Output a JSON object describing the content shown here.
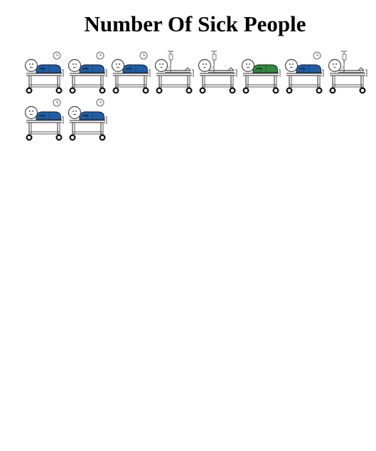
{
  "page": {
    "title": "Number Of Sick People"
  },
  "colors": {
    "blanket_blue": "#1e5ea8",
    "blanket_green": "#2e8b3e",
    "line": "#555555",
    "wheel": "#111111"
  },
  "patients": [
    {
      "variant": "clock",
      "blanket": "blue",
      "icon": "patient-in-bed-icon"
    },
    {
      "variant": "clock",
      "blanket": "blue",
      "icon": "patient-in-bed-icon"
    },
    {
      "variant": "clock",
      "blanket": "blue",
      "icon": "patient-in-bed-icon"
    },
    {
      "variant": "iv",
      "blanket": "none",
      "icon": "patient-on-iv-icon"
    },
    {
      "variant": "iv",
      "blanket": "none",
      "icon": "patient-on-iv-icon"
    },
    {
      "variant": "plain",
      "blanket": "green",
      "icon": "patient-in-bed-icon"
    },
    {
      "variant": "clock",
      "blanket": "blue",
      "icon": "patient-in-bed-icon"
    },
    {
      "variant": "iv",
      "blanket": "none",
      "icon": "patient-on-iv-icon"
    },
    {
      "variant": "clock",
      "blanket": "blue",
      "icon": "patient-in-bed-icon"
    },
    {
      "variant": "clock",
      "blanket": "blue",
      "icon": "patient-in-bed-icon"
    }
  ]
}
